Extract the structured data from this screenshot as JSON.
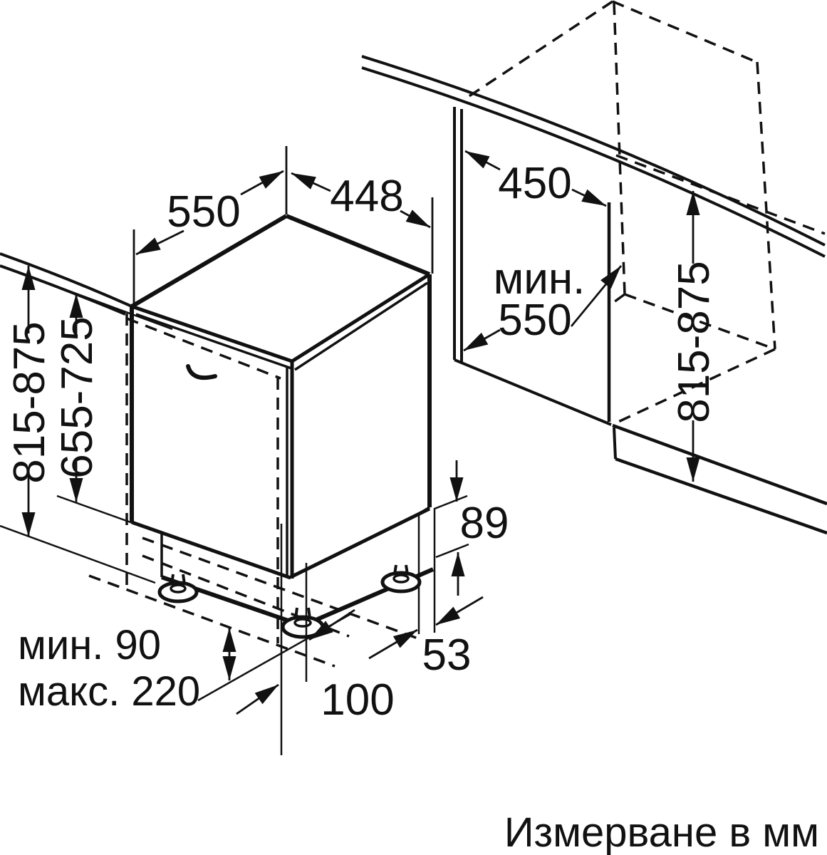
{
  "diagram": {
    "type": "appliance-installation-drawing",
    "units_note": "Измерване в мм",
    "colors": {
      "ink": "#111111",
      "paper": "#ffffff"
    },
    "labels": {
      "appliance_depth": "550",
      "appliance_width": "448",
      "niche_width": "450",
      "niche_depth_prefix": "мин.",
      "niche_depth_value": "550",
      "appliance_height_left": "815-875",
      "furniture_panel_height": "655-725",
      "niche_height_right": "815-875",
      "rear_step_height": "89",
      "rear_gap": "53",
      "foot_inset": "100",
      "plinth_min": "мин. 90",
      "plinth_max": "макс. 220"
    }
  }
}
